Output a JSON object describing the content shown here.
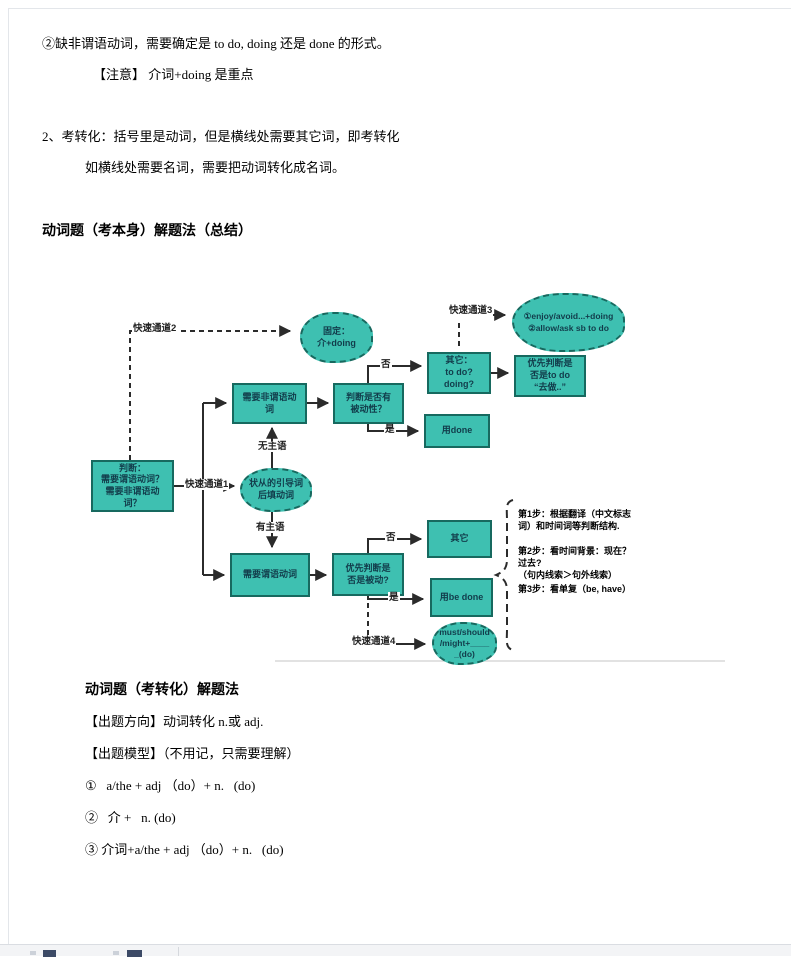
{
  "document": {
    "para1": "②缺非谓语动词，需要确定是 to do, doing 还是 done 的形式。",
    "note": "【注意】 介词+doing 是重点",
    "para2": "2、考转化：括号里是动词，但是横线处需要其它词，即考转化",
    "para2b": "如横线处需要名词，需要把动词转化成名词。",
    "heading_self": "动词题（考本身）解题法（总结）",
    "heading_transform": "动词题（考转化）解题法",
    "direction": "【出题方向】动词转化 n.或 adj.",
    "model": "【出题模型】（不用记，只需要理解）",
    "model_item1": "①   a/the + adj （do）+ n.   (do)",
    "model_item2": "②   介 +   n. (do)",
    "model_item3": "③ 介词+a/the + adj （do）+ n.   (do)"
  },
  "flowchart": {
    "nodes": {
      "judge": "判断：\n需要谓语动词？\n需要非谓语动\n词？",
      "need_nonfinite": "需要非谓语动\n词",
      "judge_passivity": "判断是否有\n被动性？",
      "other_top": "其它：\nto do?\ndoing?",
      "priority_todo": "优先判断是\n否是to do\n“去做..”",
      "use_done": "用done",
      "need_finite": "需要谓语动词",
      "priority_passive": "优先判断是\n否是被动?",
      "other_bottom": "其它",
      "use_be_done": "用be done"
    },
    "clouds": {
      "fixed": "固定：\n介+doing",
      "enjoy": "①enjoy/avoid...+doing\n②allow/ask sb to do",
      "clause": "状从的引导词\n后填动词",
      "modal": "must/should\n/might+____\n_(do)"
    },
    "labels": {
      "fast1": "快速通道1",
      "fast2": "快速通道2",
      "fast3": "快速通道3",
      "fast4": "快速通道4",
      "no_subject": "无主语",
      "has_subject": "有主语",
      "no1": "否",
      "yes1": "是",
      "no2": "否",
      "yes2": "是"
    },
    "steps": {
      "step1": "第1步：根据翻译（中文标志\n词）和时间词等判断结构.",
      "step2": "第2步：看时间背景：现在？\n过去?\n（句内线索＞句外线索）",
      "step3": "第3步：看单复（be, have）"
    },
    "colors": {
      "node_fill": "#3EC0B1",
      "node_border": "#17695F",
      "connector": "#2B2B2B"
    }
  }
}
